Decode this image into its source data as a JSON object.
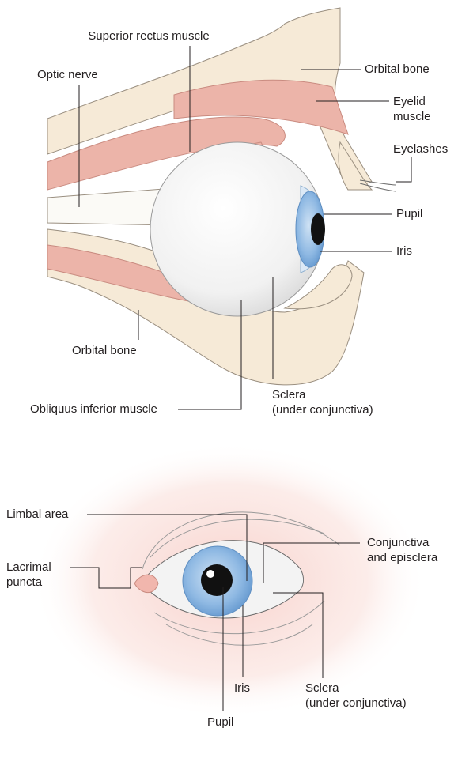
{
  "side_view": {
    "superior_rectus": "Superior rectus muscle",
    "orbital_bone_top": "Orbital bone",
    "optic_nerve": "Optic nerve",
    "eyelid_muscle_1": "Eyelid",
    "eyelid_muscle_2": "muscle",
    "eyelashes": "Eyelashes",
    "pupil": "Pupil",
    "iris": "Iris",
    "orbital_bone_bottom": "Orbital bone",
    "obliquus": "Obliquus inferior muscle",
    "sclera_1": "Sclera",
    "sclera_2": "(under conjunctiva)"
  },
  "front_view": {
    "limbal": "Limbal area",
    "conjunctiva_1": "Conjunctiva",
    "conjunctiva_2": "and episclera",
    "lacrimal_1": "Lacrimal",
    "lacrimal_2": "puncta",
    "iris": "Iris",
    "sclera_1": "Sclera",
    "sclera_2": "(under conjunctiva)",
    "pupil": "Pupil"
  },
  "colors": {
    "bone": "#f6ead7",
    "muscle": "#ecb4a9",
    "iris": "#9ec3e6",
    "skin_glow": "#f9dcd6"
  }
}
